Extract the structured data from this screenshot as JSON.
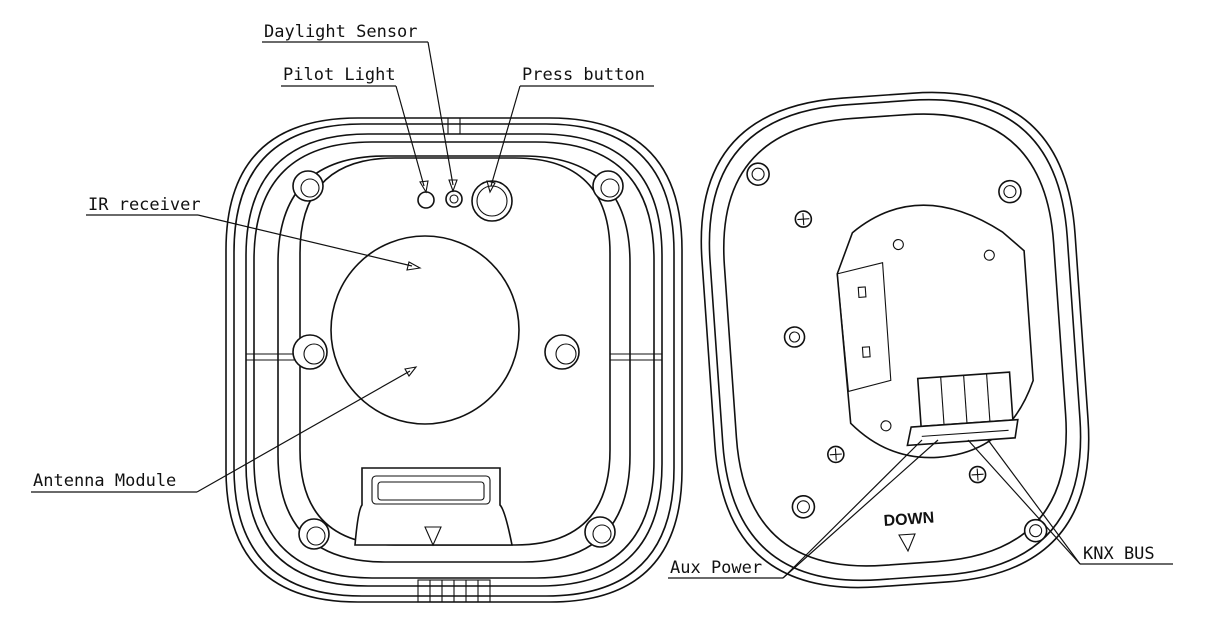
{
  "labels": {
    "daylight_sensor": "Daylight Sensor",
    "pilot_light": "Pilot Light",
    "press_button": "Press button",
    "ir_receiver": "IR receiver",
    "antenna_module": "Antenna Module",
    "aux_power": "Aux Power",
    "knx_bus": "KNX BUS",
    "down": "DOWN"
  },
  "colors": {
    "line": "#111111",
    "background": "#ffffff"
  }
}
